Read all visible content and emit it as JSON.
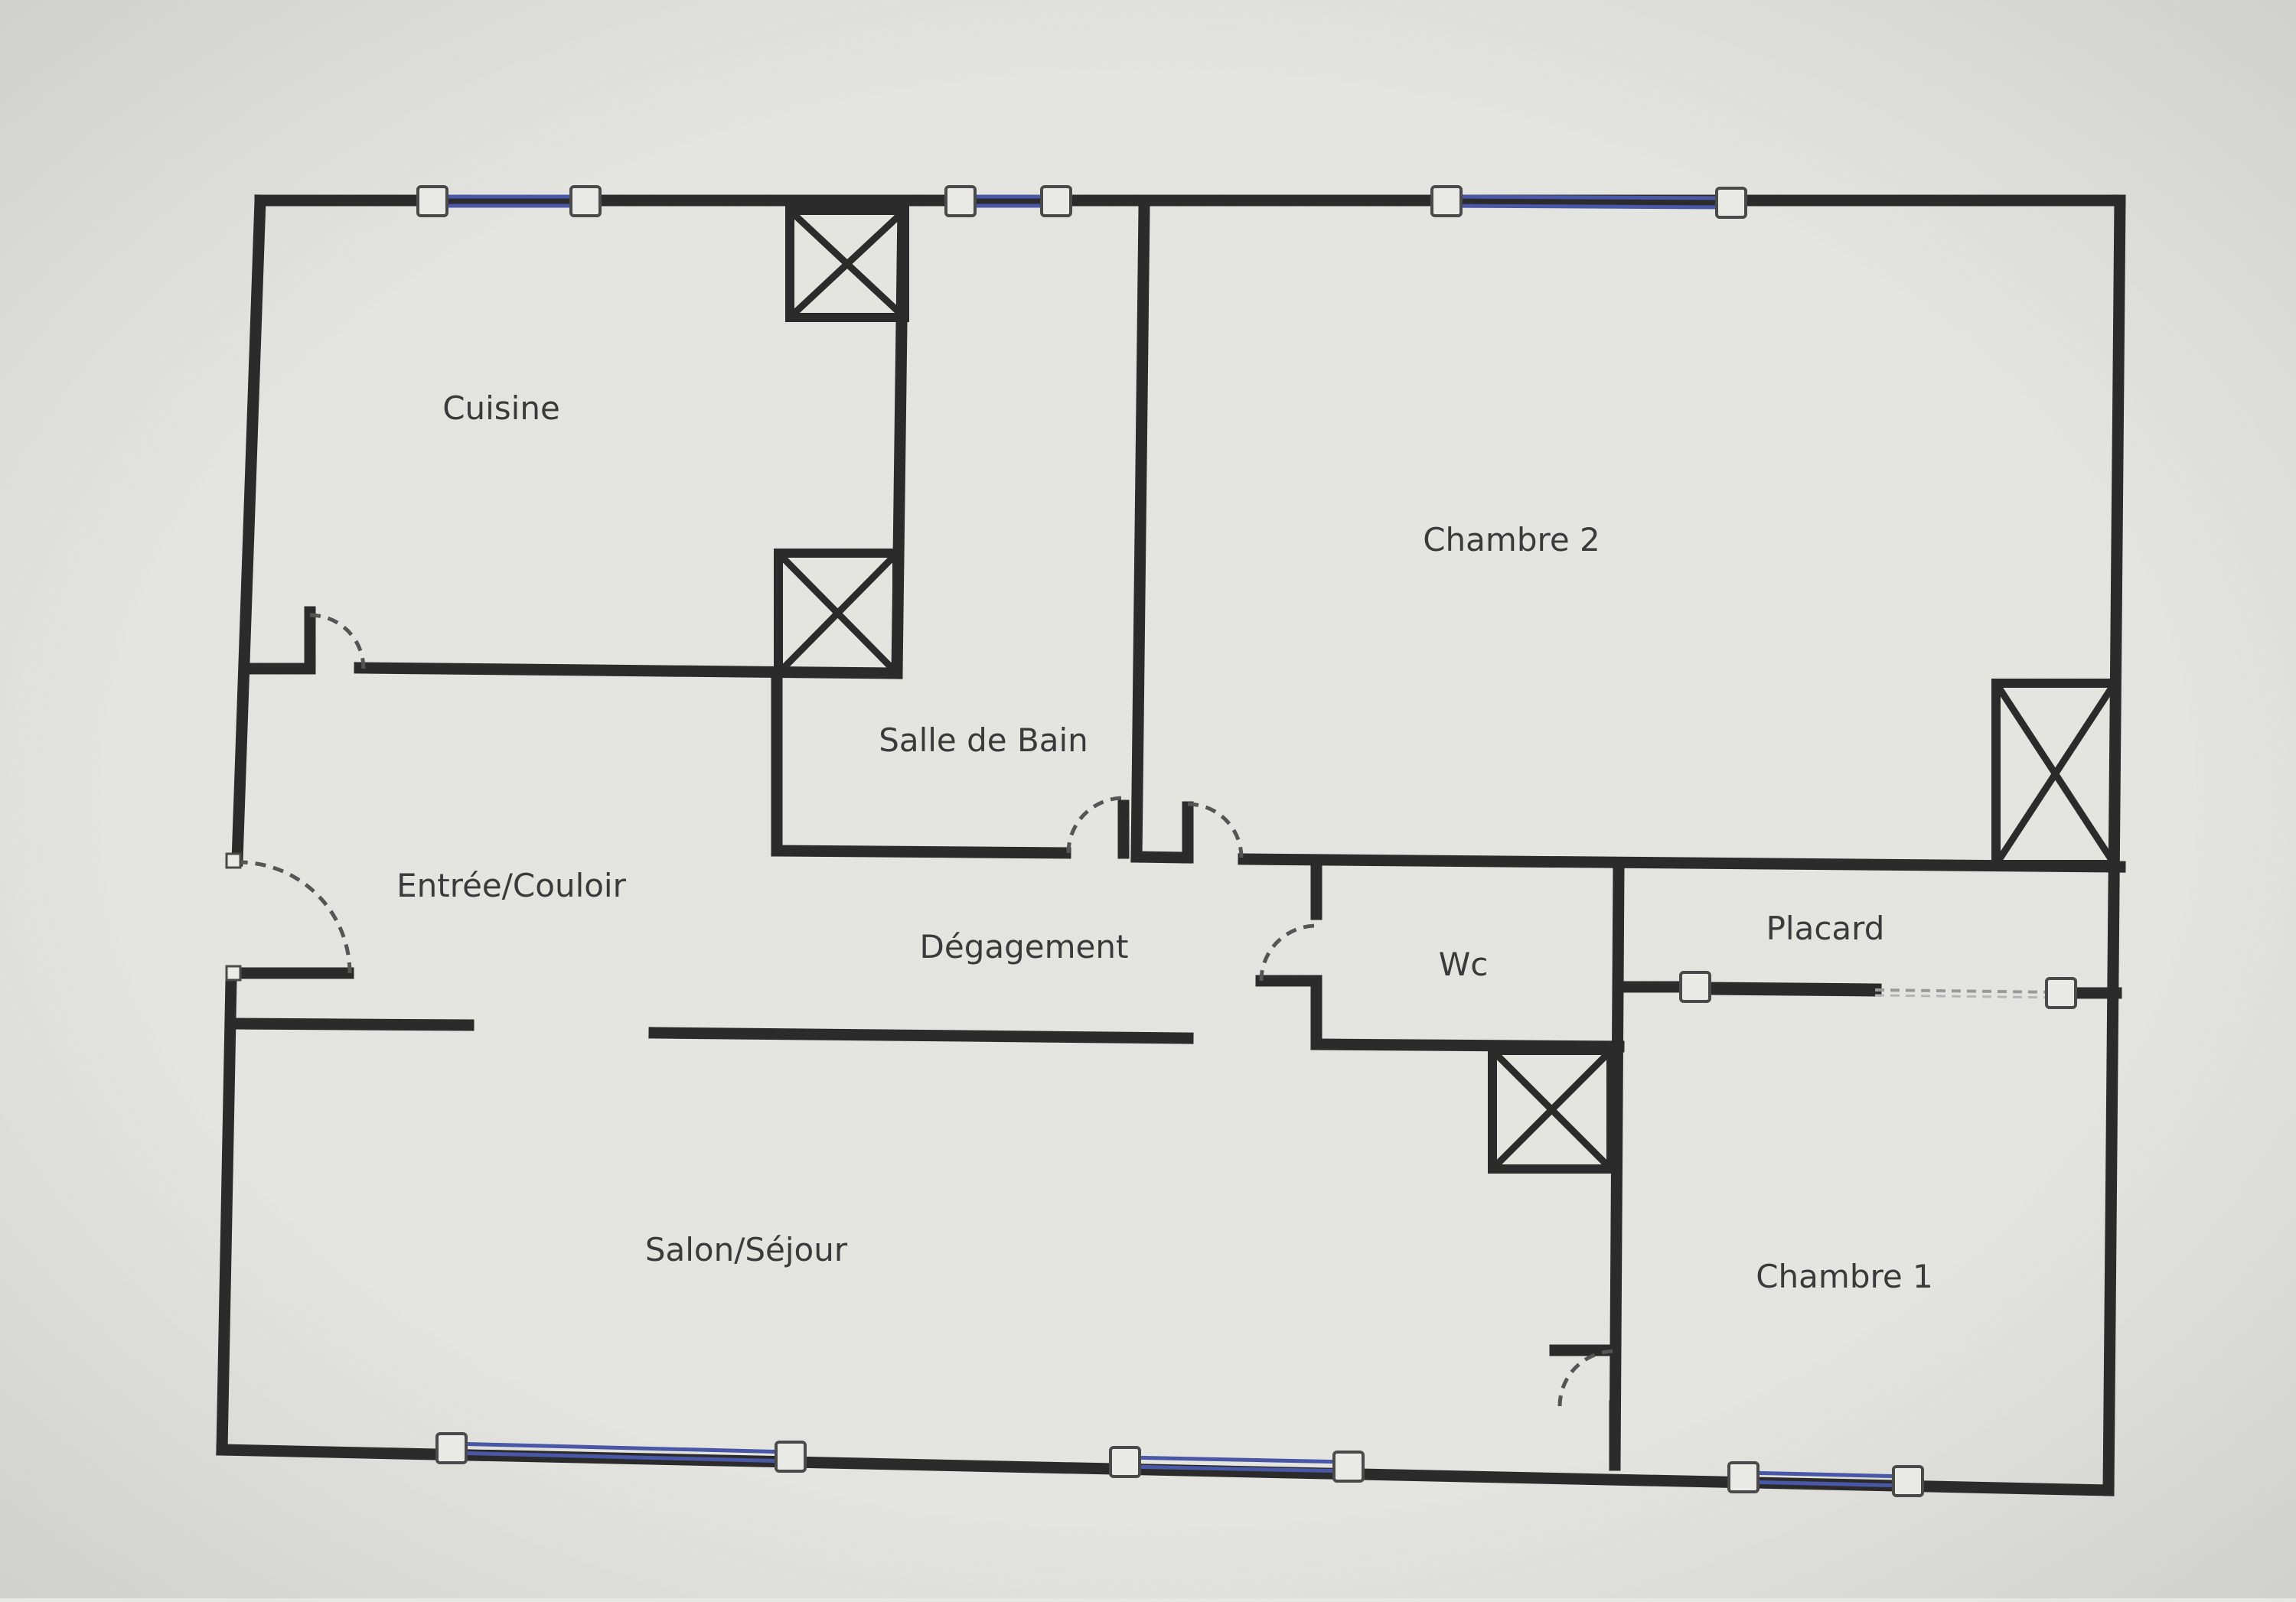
{
  "rooms": {
    "cuisine": "Cuisine",
    "chambre2": "Chambre 2",
    "salle_de_bain": "Salle de Bain",
    "entree": "Entrée/Couloir",
    "degagement": "Dégagement",
    "wc": "Wc",
    "placard": "Placard",
    "salon": "Salon/Séjour",
    "chambre1": "Chambre 1"
  },
  "colors": {
    "paper": "#e6e6e2",
    "wall": "#2b2b2b",
    "window_glass": "#4a56a6",
    "label": "#3a3a3a"
  },
  "symbols": {
    "shaft": "crossed-box-icon",
    "door": "door-swing-icon",
    "window": "window-icon"
  }
}
